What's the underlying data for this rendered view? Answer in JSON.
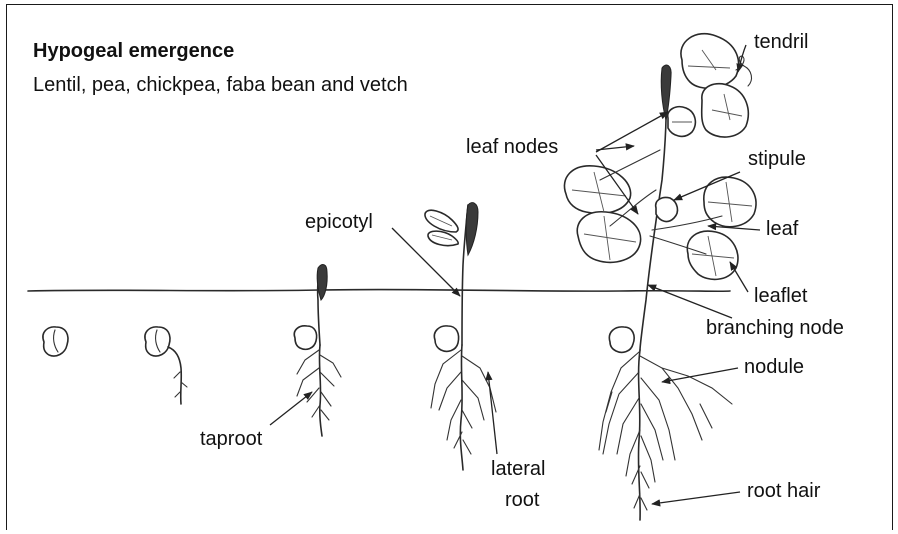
{
  "title": "Hypogeal emergence",
  "subtitle": "Lentil, pea, chickpea, faba bean and vetch",
  "labels": {
    "tendril": "tendril",
    "leaf_nodes": "leaf nodes",
    "stipule": "stipule",
    "epicotyl": "epicotyl",
    "leaf": "leaf",
    "leaflet": "leaflet",
    "branching_node": "branching node",
    "nodule": "nodule",
    "taproot": "taproot",
    "lateral_root_line1": "lateral",
    "lateral_root_line2": "root",
    "root_hair": "root hair"
  }
}
